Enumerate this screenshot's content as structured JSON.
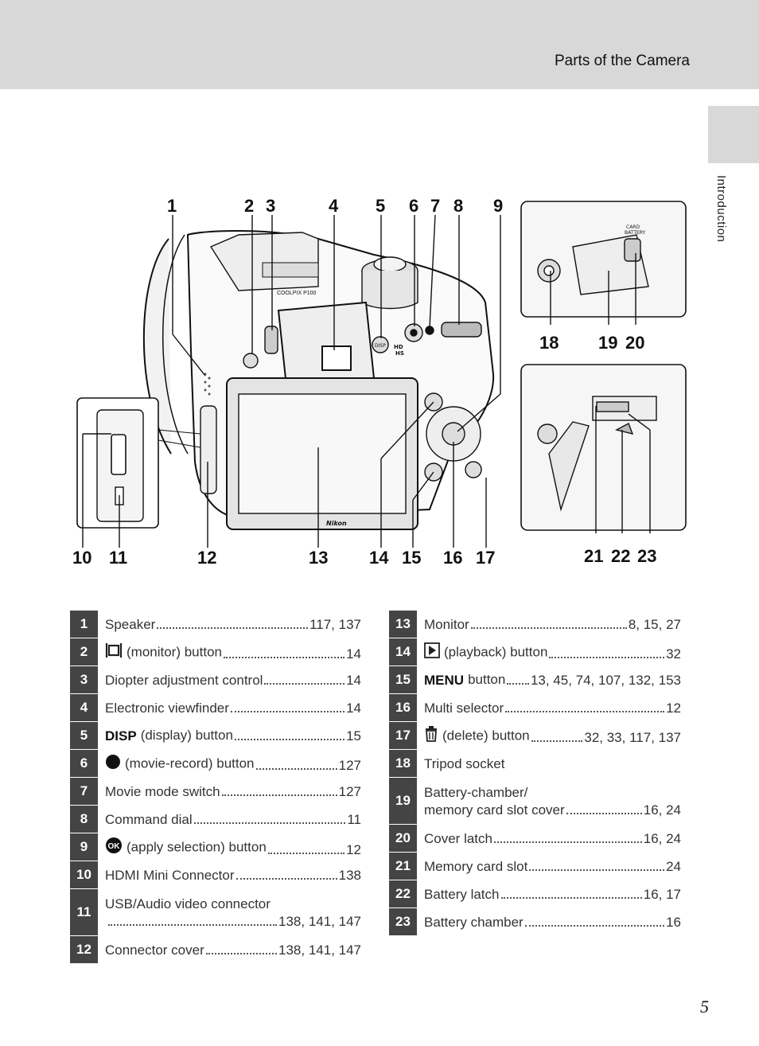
{
  "header": {
    "title": "Parts of the Camera"
  },
  "side_tab": {
    "label": "Introduction"
  },
  "figure": {
    "callouts": [
      "1",
      "2",
      "3",
      "4",
      "5",
      "6",
      "7",
      "8",
      "9",
      "10",
      "11",
      "12",
      "13",
      "14",
      "15",
      "16",
      "17",
      "18",
      "19",
      "20",
      "21",
      "22",
      "23"
    ],
    "camera_text": {
      "model": "COOLPIX P100",
      "brand": "Nikon",
      "hd": "HD",
      "hs": "HS",
      "card": "CARD",
      "battery": "BATTERY"
    }
  },
  "parts_left": [
    {
      "num": "1",
      "text": "Speaker",
      "pages": "117, 137"
    },
    {
      "num": "2",
      "icon": "monitor-icon",
      "text": "(monitor) button",
      "pages": "14"
    },
    {
      "num": "3",
      "text": "Diopter adjustment control",
      "pages": "14"
    },
    {
      "num": "4",
      "text": "Electronic viewfinder",
      "pages": "14"
    },
    {
      "num": "5",
      "icon": "disp-icon",
      "icon_text": "DISP",
      "text": "(display) button",
      "pages": "15"
    },
    {
      "num": "6",
      "icon": "record-dot-icon",
      "text": "(movie-record) button",
      "pages": "127"
    },
    {
      "num": "7",
      "text": "Movie mode switch",
      "pages": "127"
    },
    {
      "num": "8",
      "text": "Command dial",
      "pages": "11"
    },
    {
      "num": "9",
      "icon": "ok-icon",
      "icon_text": "OK",
      "text": "(apply selection) button",
      "pages": "12"
    },
    {
      "num": "10",
      "text": "HDMI Mini Connector",
      "pages": "138"
    },
    {
      "num": "11",
      "text": "USB/Audio video connector",
      "pages": "138, 141, 147",
      "two_line": true
    },
    {
      "num": "12",
      "text": "Connector cover",
      "pages": "138, 141, 147"
    }
  ],
  "parts_right": [
    {
      "num": "13",
      "text": "Monitor",
      "pages": "8, 15, 27"
    },
    {
      "num": "14",
      "icon": "playback-icon",
      "text": "(playback) button",
      "pages": "32"
    },
    {
      "num": "15",
      "icon": "menu-icon",
      "icon_text": "MENU",
      "text": "button",
      "pages": "13, 45, 74, 107, 132, 153"
    },
    {
      "num": "16",
      "text": "Multi selector",
      "pages": "12"
    },
    {
      "num": "17",
      "icon": "trash-icon",
      "text": "(delete) button",
      "pages": "32, 33, 117, 137"
    },
    {
      "num": "18",
      "text": "Tripod socket",
      "pages": ""
    },
    {
      "num": "19",
      "text": "Battery-chamber/",
      "text2": "memory card slot cover",
      "pages": "16, 24",
      "two_line": true
    },
    {
      "num": "20",
      "text": "Cover latch",
      "pages": "16, 24"
    },
    {
      "num": "21",
      "text": "Memory card slot",
      "pages": "24"
    },
    {
      "num": "22",
      "text": "Battery latch",
      "pages": "16, 17"
    },
    {
      "num": "23",
      "text": "Battery chamber",
      "pages": "16"
    }
  ],
  "page_number": "5"
}
